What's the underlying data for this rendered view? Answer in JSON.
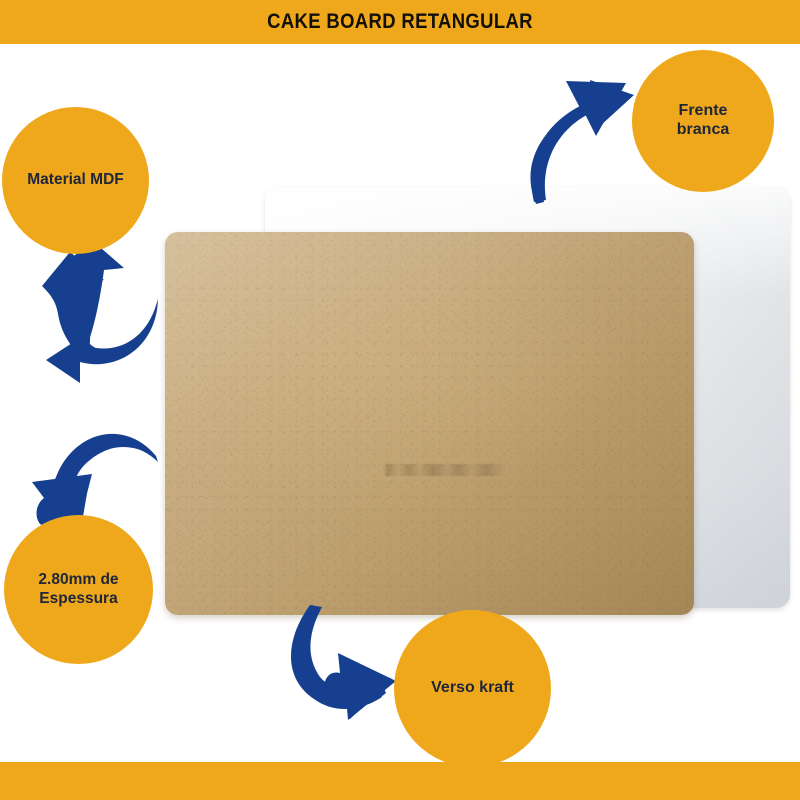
{
  "header": {
    "title": "CAKE BOARD RETANGULAR"
  },
  "colors": {
    "brand_orange": "#efa81b",
    "arrow_navy": "#16408f",
    "title_text": "#120f08",
    "badge_text": "#20263a",
    "board_white": "#eceef0",
    "board_kraft": "#c0a271"
  },
  "badges": [
    {
      "id": "material",
      "label": "Material MDF"
    },
    {
      "id": "frente",
      "label": "Frente\nbranca",
      "line1": "Frente",
      "line2": "branca"
    },
    {
      "id": "espessura",
      "label": "2.80mm de Espessura",
      "line1": "2.80mm de",
      "line2": "Espessura"
    },
    {
      "id": "verso",
      "label": "Verso kraft"
    }
  ],
  "arrows": [
    {
      "id": "arrow-top-right",
      "points_to": "frente",
      "direction": "up-right"
    },
    {
      "id": "arrow-left-up",
      "points_to": "material",
      "direction": "up"
    },
    {
      "id": "arrow-left-down",
      "points_to": "espessura",
      "direction": "down"
    },
    {
      "id": "arrow-bottom-mid",
      "points_to": "verso",
      "direction": "down-right"
    }
  ],
  "product": {
    "white_board_name": "white-faced-cake-board",
    "kraft_board_name": "kraft-back-cake-board"
  }
}
